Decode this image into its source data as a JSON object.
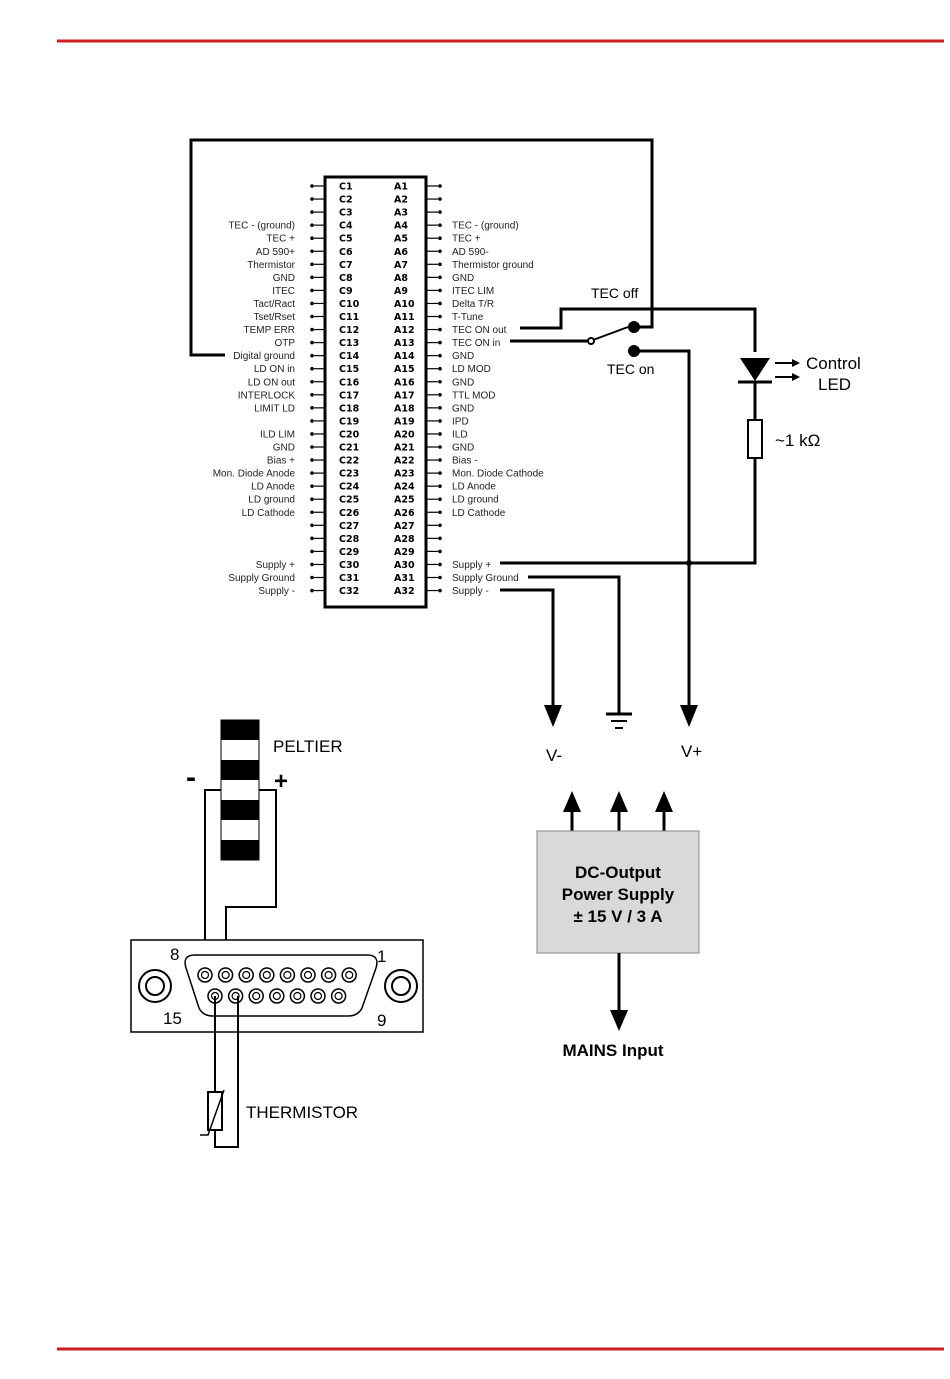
{
  "connector": {
    "left": [
      {
        "pin": "C1",
        "label": ""
      },
      {
        "pin": "C2",
        "label": ""
      },
      {
        "pin": "C3",
        "label": ""
      },
      {
        "pin": "C4",
        "label": "TEC - (ground)"
      },
      {
        "pin": "C5",
        "label": "TEC +"
      },
      {
        "pin": "C6",
        "label": "AD 590+"
      },
      {
        "pin": "C7",
        "label": "Thermistor"
      },
      {
        "pin": "C8",
        "label": "GND"
      },
      {
        "pin": "C9",
        "label": "ITEC"
      },
      {
        "pin": "C10",
        "label": "Tact/Ract"
      },
      {
        "pin": "C11",
        "label": "Tset/Rset"
      },
      {
        "pin": "C12",
        "label": "TEMP ERR"
      },
      {
        "pin": "C13",
        "label": "OTP"
      },
      {
        "pin": "C14",
        "label": "Digital ground"
      },
      {
        "pin": "C15",
        "label": "LD ON in"
      },
      {
        "pin": "C16",
        "label": "LD ON out"
      },
      {
        "pin": "C17",
        "label": "INTERLOCK"
      },
      {
        "pin": "C18",
        "label": "LIMIT LD"
      },
      {
        "pin": "C19",
        "label": ""
      },
      {
        "pin": "C20",
        "label": "ILD LIM"
      },
      {
        "pin": "C21",
        "label": "GND"
      },
      {
        "pin": "C22",
        "label": "Bias +"
      },
      {
        "pin": "C23",
        "label": "Mon. Diode Anode"
      },
      {
        "pin": "C24",
        "label": "LD Anode"
      },
      {
        "pin": "C25",
        "label": "LD ground"
      },
      {
        "pin": "C26",
        "label": "LD Cathode"
      },
      {
        "pin": "C27",
        "label": ""
      },
      {
        "pin": "C28",
        "label": ""
      },
      {
        "pin": "C29",
        "label": ""
      },
      {
        "pin": "C30",
        "label": "Supply +"
      },
      {
        "pin": "C31",
        "label": "Supply Ground"
      },
      {
        "pin": "C32",
        "label": "Supply -"
      }
    ],
    "right": [
      {
        "pin": "A1",
        "label": ""
      },
      {
        "pin": "A2",
        "label": ""
      },
      {
        "pin": "A3",
        "label": ""
      },
      {
        "pin": "A4",
        "label": "TEC - (ground)"
      },
      {
        "pin": "A5",
        "label": "TEC +"
      },
      {
        "pin": "A6",
        "label": "AD 590-"
      },
      {
        "pin": "A7",
        "label": "Thermistor ground"
      },
      {
        "pin": "A8",
        "label": "GND"
      },
      {
        "pin": "A9",
        "label": "ITEC LIM"
      },
      {
        "pin": "A10",
        "label": "Delta T/R"
      },
      {
        "pin": "A11",
        "label": "T-Tune"
      },
      {
        "pin": "A12",
        "label": "TEC ON out"
      },
      {
        "pin": "A13",
        "label": "TEC ON in"
      },
      {
        "pin": "A14",
        "label": "GND"
      },
      {
        "pin": "A15",
        "label": "LD MOD"
      },
      {
        "pin": "A16",
        "label": "GND"
      },
      {
        "pin": "A17",
        "label": "TTL MOD"
      },
      {
        "pin": "A18",
        "label": "GND"
      },
      {
        "pin": "A19",
        "label": "IPD"
      },
      {
        "pin": "A20",
        "label": "ILD"
      },
      {
        "pin": "A21",
        "label": "GND"
      },
      {
        "pin": "A22",
        "label": "Bias -"
      },
      {
        "pin": "A23",
        "label": "Mon. Diode Cathode"
      },
      {
        "pin": "A24",
        "label": "LD Anode"
      },
      {
        "pin": "A25",
        "label": "LD ground"
      },
      {
        "pin": "A26",
        "label": "LD Cathode"
      },
      {
        "pin": "A27",
        "label": ""
      },
      {
        "pin": "A28",
        "label": ""
      },
      {
        "pin": "A29",
        "label": ""
      },
      {
        "pin": "A30",
        "label": "Supply +"
      },
      {
        "pin": "A31",
        "label": "Supply Ground"
      },
      {
        "pin": "A32",
        "label": "Supply -"
      }
    ]
  },
  "labels": {
    "tec_off": "TEC off",
    "tec_on": "TEC on",
    "control_led_1": "Control",
    "control_led_2": "LED",
    "resistor": "~1 kΩ",
    "v_minus": "V-",
    "v_plus": "V+",
    "peltier": "PELTIER",
    "peltier_minus": "-",
    "peltier_plus": "+",
    "psu_line1": "DC-Output",
    "psu_line2": "Power Supply",
    "psu_line3": "± 15 V / 3 A",
    "mains": "MAINS Input",
    "dsub_8": "8",
    "dsub_1": "1",
    "dsub_15": "15",
    "dsub_9": "9",
    "thermistor": "THERMISTOR"
  },
  "colors": {
    "rule": "#cc1f1f",
    "psu_fill": "#d9d9d9"
  }
}
